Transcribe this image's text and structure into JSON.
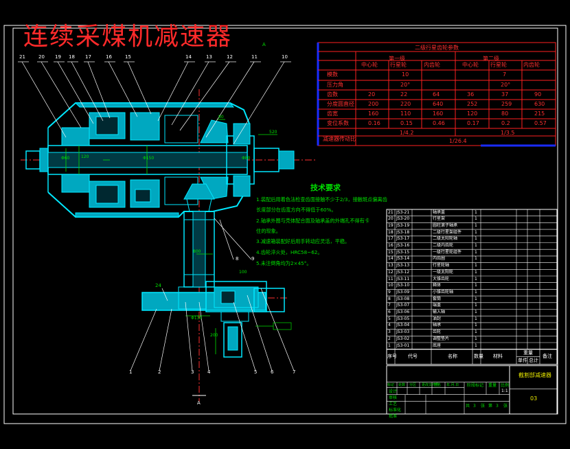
{
  "drawing_title": "连续采煤机减速器",
  "colors": {
    "frame": "#ffffff",
    "part": "#00e8ff",
    "part_fill": "#00a8c0",
    "center": "#ff3030",
    "dimension": "#00e000",
    "table_border": "#ff2020",
    "table_text": "#ff2020",
    "accent_blue": "#1a2cff",
    "title_red": "#ff2a2a",
    "yellow": "#e8e800"
  },
  "balloons_top": [
    "21",
    "20",
    "19",
    "18",
    "17",
    "16",
    "15",
    "14",
    "13",
    "12",
    "11",
    "10"
  ],
  "balloons_bottom": [
    "1",
    "2",
    "3",
    "4",
    "5",
    "6",
    "7"
  ],
  "balloons_mid": [
    "8",
    "9"
  ],
  "balloon_24": "24",
  "gear_table": {
    "title": "二级行星齿轮参数",
    "stage1": "第一级",
    "stage2": "第二级",
    "subheaders": [
      "中心轮",
      "行星轮",
      "内齿轮",
      "中心轮",
      "行星轮",
      "内齿轮"
    ],
    "row_labels": [
      "模数",
      "压力角",
      "齿数",
      "分度圆直径",
      "齿宽",
      "变位系数",
      "减速器传动比"
    ],
    "modulus": [
      "10",
      "7"
    ],
    "pressure_angle": [
      "20°",
      "20°"
    ],
    "teeth": [
      "20",
      "22",
      "64",
      "36",
      "37",
      "90"
    ],
    "pitch_diameter": [
      "200",
      "220",
      "640",
      "252",
      "259",
      "630"
    ],
    "face_width": [
      "160",
      "110",
      "160",
      "120",
      "80",
      "215"
    ],
    "shift_coef": [
      "0.16",
      "0.15",
      "0.46",
      "0.17",
      "0.2",
      "0.57"
    ],
    "ratio_stage": [
      "1/4.2",
      "1/3.5"
    ],
    "ratio_total": "1/26.4"
  },
  "tech_req": {
    "title": "技术要求",
    "items": [
      "1.装配后用着色法检查齿面接触不少于2/3，接触斑点偏离齿",
      "长度部分在齿宽方向不得低于60%。",
      "2.轴承外圈与壳体配合面及轴承盖的外端孔不得有卡",
      "住的现象。",
      "3.减速箱装配好后用手转动应灵活，平稳。",
      "4.齿轮淬火处，HRC58~62。",
      "5.未注倒角均为2×45°。"
    ]
  },
  "parts_list": [
    {
      "no": "21",
      "code": "JS3-21",
      "name": "轴承盖",
      "qty": "1"
    },
    {
      "no": "20",
      "code": "JS3-20",
      "name": "行星架",
      "qty": "1"
    },
    {
      "no": "19",
      "code": "JS3-19",
      "name": "圆柱滚子轴承",
      "qty": "1"
    },
    {
      "no": "18",
      "code": "JS3-18",
      "name": "二级行星架组件",
      "qty": "1"
    },
    {
      "no": "17",
      "code": "JS3-17",
      "name": "二级太阳轮轴",
      "qty": "1"
    },
    {
      "no": "16",
      "code": "JS3-16",
      "name": "二级内齿轮",
      "qty": "1"
    },
    {
      "no": "15",
      "code": "JS3-15",
      "name": "一级行星轮组件",
      "qty": "1"
    },
    {
      "no": "14",
      "code": "JS3-14",
      "name": "内齿圈",
      "qty": "1"
    },
    {
      "no": "13",
      "code": "JS3-13",
      "name": "行星轮轴",
      "qty": "1"
    },
    {
      "no": "12",
      "code": "JS3-12",
      "name": "一级太阳轮",
      "qty": "1"
    },
    {
      "no": "11",
      "code": "JS3-11",
      "name": "大锥齿轮",
      "qty": "1"
    },
    {
      "no": "10",
      "code": "JS3-10",
      "name": "箱体",
      "qty": "1"
    },
    {
      "no": "9",
      "code": "JS3-09",
      "name": "小锥齿轮轴",
      "qty": "1"
    },
    {
      "no": "8",
      "code": "JS3-08",
      "name": "套筒",
      "qty": "1"
    },
    {
      "no": "7",
      "code": "JS3-07",
      "name": "端盖",
      "qty": "1"
    },
    {
      "no": "6",
      "code": "JS3-06",
      "name": "输入轴",
      "qty": "1"
    },
    {
      "no": "5",
      "code": "JS3-05",
      "name": "油封",
      "qty": "1"
    },
    {
      "no": "4",
      "code": "JS3-04",
      "name": "轴承",
      "qty": "1"
    },
    {
      "no": "3",
      "code": "JS3-03",
      "name": "齿轮",
      "qty": "1"
    },
    {
      "no": "2",
      "code": "JS3-02",
      "name": "调整垫片",
      "qty": "1"
    },
    {
      "no": "1",
      "code": "JS3-01",
      "name": "底座",
      "qty": "1"
    }
  ],
  "parts_header": [
    "序号",
    "代号",
    "名称",
    "数量",
    "材料",
    "单件",
    "总计",
    "备注"
  ],
  "parts_header_weight": "重量",
  "title_block": {
    "drawing_name": "截割部减速器",
    "sheet_code": "03",
    "scale": "1:1",
    "sheet_info": [
      "共",
      "3",
      "张",
      "第",
      "3",
      "张"
    ],
    "row_marks": [
      "标记",
      "处数",
      "分区",
      "更改文件号",
      "签名",
      "年.月.日"
    ],
    "labels": [
      "设计",
      "审核",
      "工艺",
      "标准化",
      "批准"
    ],
    "stage_labels": [
      "阶段标记",
      "重量",
      "比例"
    ]
  },
  "dimensions": {
    "shaft_d1": "Φ60",
    "shaft_d2": "Φ80",
    "shaft_d3": "Φ150",
    "len1": "120",
    "len2": "100",
    "vert1": "800",
    "dim_small": "80",
    "dim_bottom": "Φ130",
    "dim_input": "200",
    "top_dim": "520"
  },
  "center_marks": [
    "A",
    "A"
  ]
}
